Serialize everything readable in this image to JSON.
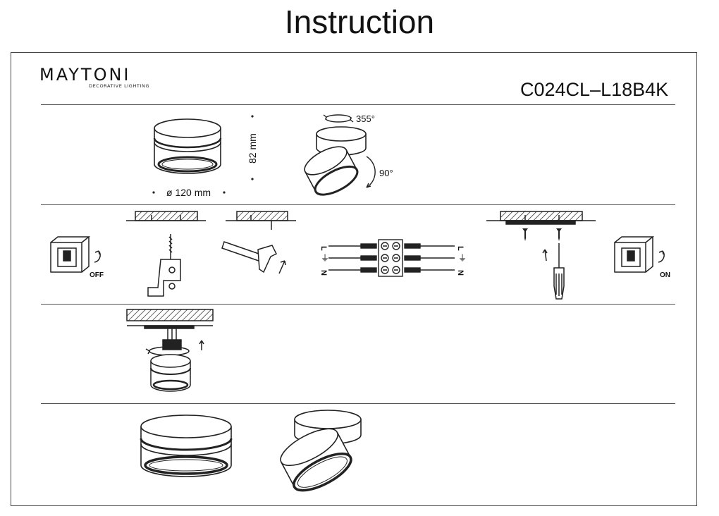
{
  "page": {
    "title": "Instruction"
  },
  "brand": {
    "name": "MAYTONI",
    "tagline": "DECORATIVE LIGHTING"
  },
  "model": {
    "code": "C024CL–L18B4K"
  },
  "dimensions": {
    "height": "82 mm",
    "diameter": "ø 120 mm"
  },
  "rotation": {
    "horizontal": "355°",
    "tilt": "90°"
  },
  "switch": {
    "off_label": "OFF",
    "on_label": "ON"
  },
  "terminal": {
    "live_label": "L",
    "neutral_label": "N",
    "earth_symbol": "⏚"
  },
  "icons": [
    "power-switch-icon",
    "drill-icon",
    "hammer-icon",
    "terminal-block-icon",
    "screwdriver-icon",
    "screw-icon",
    "ceiling-icon",
    "lamp-icon"
  ]
}
